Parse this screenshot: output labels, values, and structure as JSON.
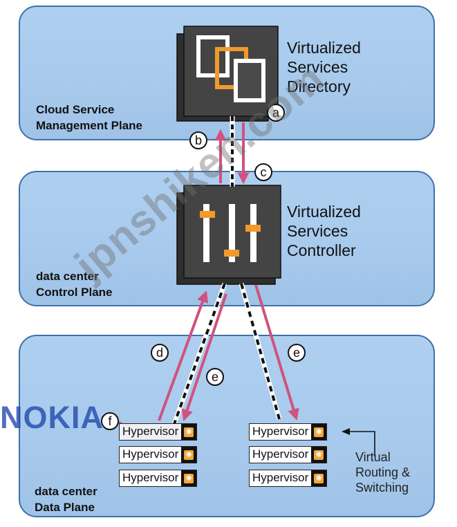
{
  "planes": {
    "management": "Cloud Service\nManagement Plane",
    "control": "data center\nControl Plane",
    "data": "data center\nData Plane"
  },
  "directory": {
    "label": "Virtualized\nServices\nDirectory",
    "icon": "overlapping-windows-icon"
  },
  "controller": {
    "label": "Virtualized\nServices\nController",
    "icon": "slider-controls-icon"
  },
  "markers": {
    "a": "a",
    "b": "b",
    "c": "c",
    "d": "d",
    "e1": "e",
    "e2": "e",
    "f": "f"
  },
  "hypervisor_label": "Hypervisor",
  "hypervisors_left": [
    "Hypervisor",
    "Hypervisor",
    "Hypervisor"
  ],
  "hypervisors_right": [
    "Hypervisor",
    "Hypervisor",
    "Hypervisor"
  ],
  "side_label": "Virtual\nRouting &\nSwitching",
  "watermark": "jpnshiken.com",
  "brand": "NOKIA",
  "colors": {
    "plane_fill": "#aecff0",
    "plane_border": "#3f71a8",
    "arrow_pink": "#d0527f",
    "accent_orange": "#f09a2b",
    "box_dark": "#3a3a3a"
  }
}
